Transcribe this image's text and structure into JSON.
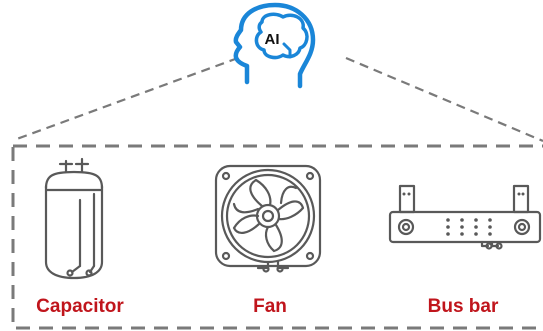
{
  "badge": {
    "text": "AI",
    "color": "#1a86d8"
  },
  "components": [
    {
      "label": "Capacitor",
      "icon": "capacitor-icon"
    },
    {
      "label": "Fan",
      "icon": "fan-icon"
    },
    {
      "label": "Bus bar",
      "icon": "bus-bar-icon"
    }
  ],
  "colors": {
    "label": "#c0151c",
    "outline": "#7a7a7a",
    "icon": "#595959"
  }
}
